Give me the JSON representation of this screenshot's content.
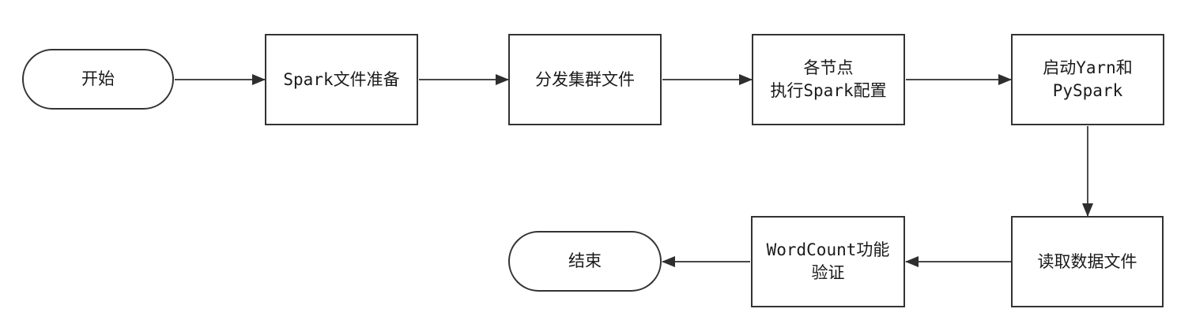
{
  "diagram": {
    "type": "flowchart",
    "colors": {
      "background": "#ffffff",
      "node_fill": "#ffffff",
      "stroke": "#333333",
      "text": "#1a1a1a"
    },
    "nodes": [
      {
        "id": "start",
        "shape": "terminator",
        "label": "开始"
      },
      {
        "id": "spark-file-prep",
        "shape": "process",
        "label": "Spark文件准备"
      },
      {
        "id": "distribute-cluster-files",
        "shape": "process",
        "label": "分发集群文件"
      },
      {
        "id": "nodes-execute-spark-config",
        "shape": "process",
        "label": "各节点\n执行Spark配置"
      },
      {
        "id": "start-yarn-pyspark",
        "shape": "process",
        "label": "启动Yarn和\nPySpark"
      },
      {
        "id": "read-data-files",
        "shape": "process",
        "label": "读取数据文件"
      },
      {
        "id": "wordcount-verification",
        "shape": "process",
        "label": "WordCount功能\n验证"
      },
      {
        "id": "end",
        "shape": "terminator",
        "label": "结束"
      }
    ],
    "edges": [
      {
        "from": "start",
        "to": "spark-file-prep"
      },
      {
        "from": "spark-file-prep",
        "to": "distribute-cluster-files"
      },
      {
        "from": "distribute-cluster-files",
        "to": "nodes-execute-spark-config"
      },
      {
        "from": "nodes-execute-spark-config",
        "to": "start-yarn-pyspark"
      },
      {
        "from": "start-yarn-pyspark",
        "to": "read-data-files"
      },
      {
        "from": "read-data-files",
        "to": "wordcount-verification"
      },
      {
        "from": "wordcount-verification",
        "to": "end"
      }
    ]
  }
}
